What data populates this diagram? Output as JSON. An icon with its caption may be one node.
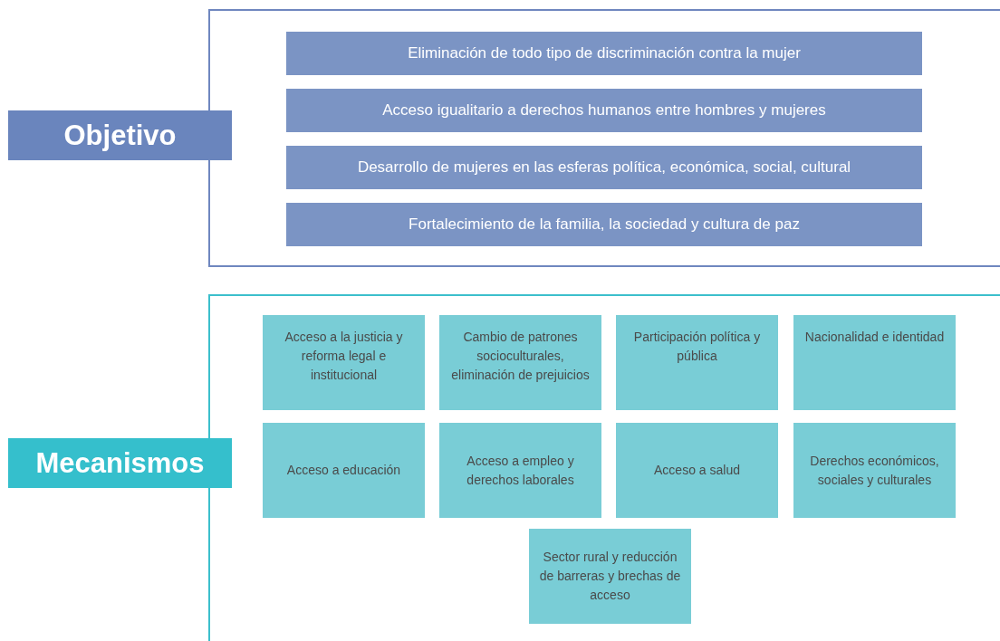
{
  "diagram": {
    "nodes": [
      {
        "text": [],
        "shape": "box"
      },
      {
        "text": [
          "Objetivo"
        ]
      },
      {
        "text": [
          "Eliminación de todo tipo de discriminación contra la mujer"
        ],
        "in": 0
      },
      {
        "text": [
          "Acceso igualitario a derechos humanos entre hombres y mujeres"
        ],
        "in": 0
      },
      {
        "text": [
          "Desarrollo de mujeres en las esferas política, económica, social, cultural"
        ],
        "in": 0
      },
      {
        "text": [
          "Fortalecimiento de la familia, la sociedad y cultura de paz"
        ],
        "in": 0
      },
      {
        "text": [],
        "shape": "box"
      },
      {
        "text": [
          "Mecanismos"
        ]
      },
      {
        "text": [
          "Acceso a la justicia y reforma legal e institucional"
        ],
        "in": 6
      },
      {
        "text": [
          "Cambio de patrones socioculturales, eliminación de prejuicios"
        ],
        "in": 6
      },
      {
        "text": [
          "Participación política y pública"
        ],
        "in": 6
      },
      {
        "text": [
          "Nacionalidad e identidad"
        ],
        "in": 6
      },
      {
        "text": [
          "Acceso a educación"
        ],
        "in": 6
      },
      {
        "text": [
          "Acceso a empleo y derechos laborales"
        ],
        "in": 6
      },
      {
        "text": [
          "Acceso a salud"
        ],
        "in": 6
      },
      {
        "text": [
          "Derechos económicos, sociales y culturales"
        ],
        "in": 6
      },
      {
        "text": [
          "Sector rural y reducción de barreras y brechas de acceso"
        ],
        "in": 6
      }
    ]
  }
}
